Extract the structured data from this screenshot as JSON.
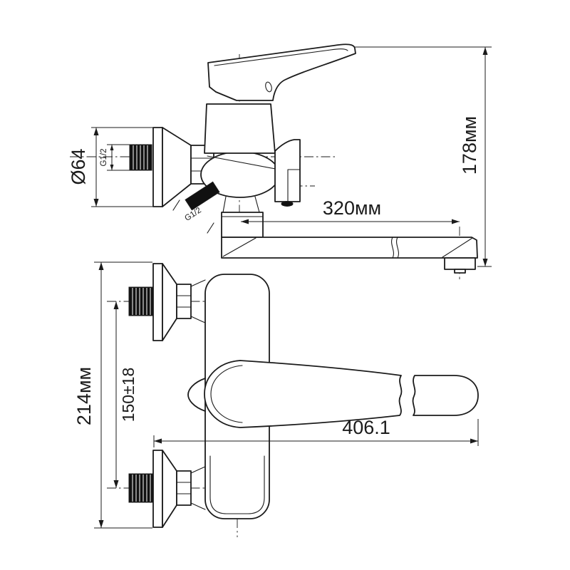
{
  "canvas": {
    "background": "#ffffff",
    "line_color": "#1b1b1b"
  },
  "side_view": {
    "labels": {
      "flange_diameter": "Ø64",
      "inlet_thread": "G1/2",
      "shower_outlet_thread": "G1/2",
      "spout_reach": "320мм",
      "overall_height": "178мм"
    }
  },
  "front_view": {
    "labels": {
      "body_height": "214мм",
      "inlet_center_distance": "150±18",
      "overall_length": "406.1"
    }
  }
}
